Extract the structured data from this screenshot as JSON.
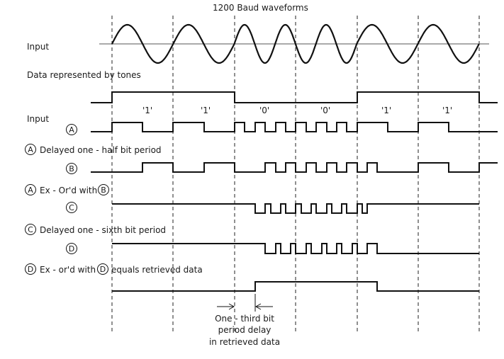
{
  "title": "1200 Baud waveforms",
  "labels": {
    "input_sine": "Input",
    "data_tones": "Data represented by tones",
    "input_a": "Input",
    "delayed_a": "Delayed one - half bit period",
    "exor": "Ex - Or'd with",
    "delayed_c": "Delayed one - sixth bit period",
    "exor2_mid": "Ex - or'd with",
    "exor2_end": "equals retrieved data"
  },
  "circle_letters": {
    "a": "A",
    "b": "B",
    "c": "C",
    "d": "D"
  },
  "bits": [
    "'1'",
    "'1'",
    "'0'",
    "'0'",
    "'1'",
    "'1'"
  ],
  "note": {
    "line1": "One - third bit",
    "line2": "period delay",
    "line3": "in retrieved data"
  },
  "colors": {
    "ink": "#111111",
    "paper": "#ffffff"
  }
}
